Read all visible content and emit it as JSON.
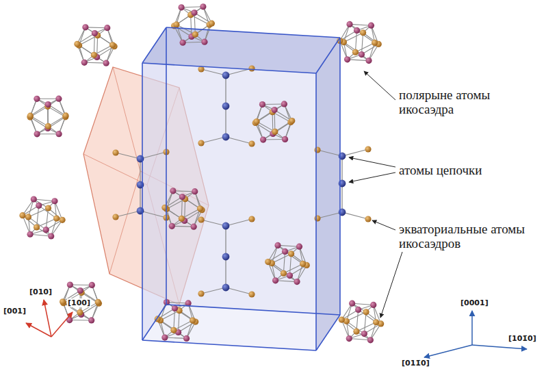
{
  "diagram": {
    "labels": [
      "полярыне атомы икосаэдра",
      "атомы цепочки",
      "экваториальные атомы икосаэдров",
      "[010]",
      "[001]",
      "[100]",
      "[0001]",
      "[011̄0]",
      "[101̄0]"
    ]
  }
}
